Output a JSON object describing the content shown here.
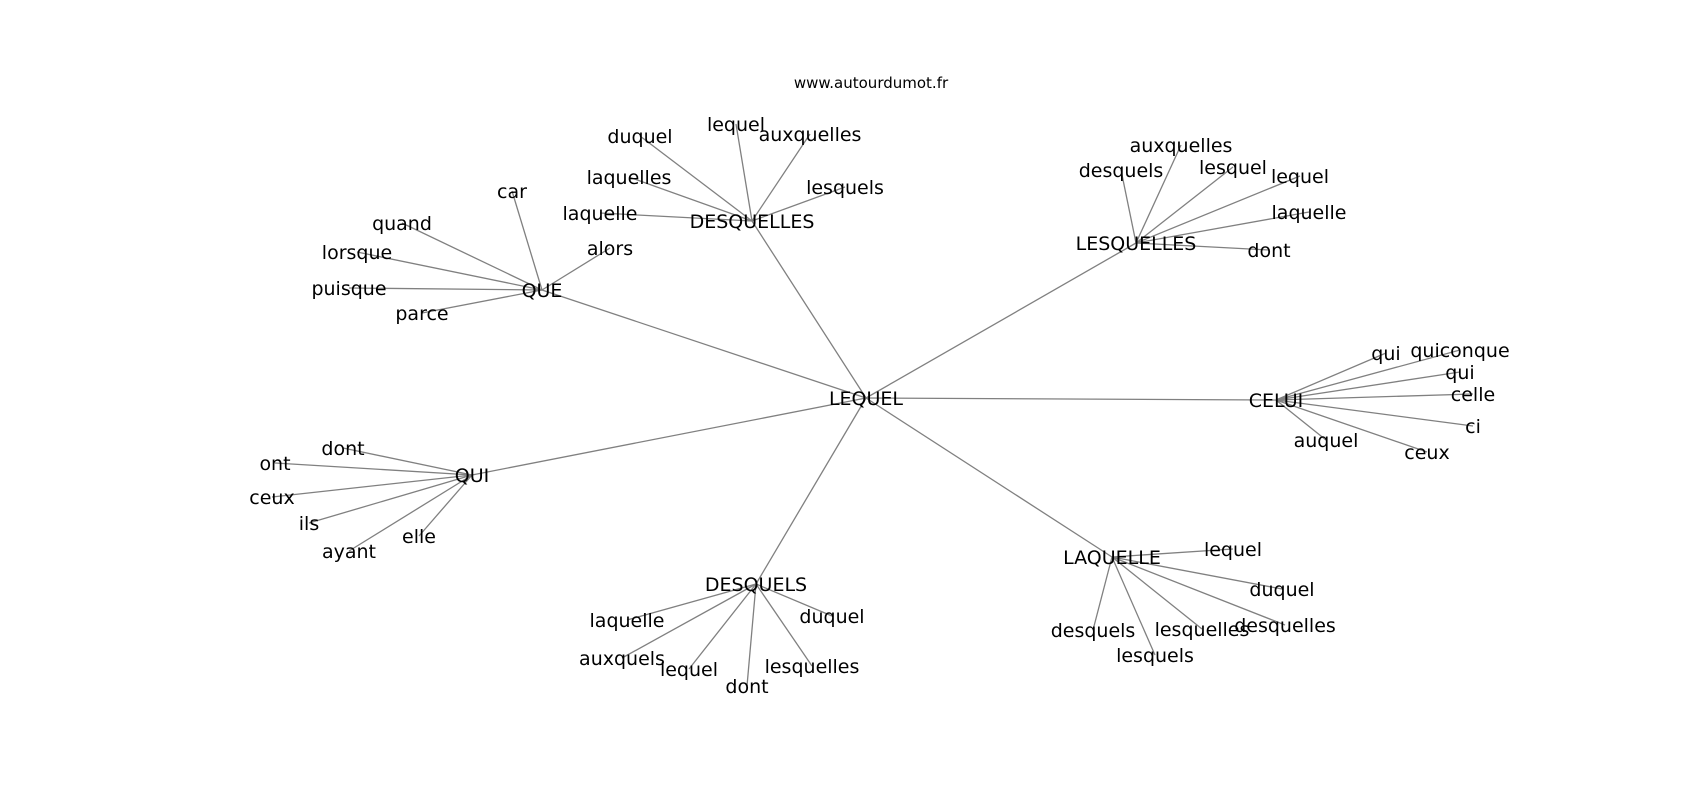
{
  "watermark": "www.autourdumot.fr",
  "center": "LEQUEL",
  "groups": [
    {
      "label": "DESQUELLES",
      "children": [
        "duquel",
        "lequel",
        "auxquelles",
        "laquelles",
        "lesquels",
        "laquelle"
      ]
    },
    {
      "label": "QUE",
      "children": [
        "car",
        "quand",
        "lorsque",
        "alors",
        "puisque",
        "parce"
      ]
    },
    {
      "label": "LESQUELLES",
      "children": [
        "auxquelles",
        "desquels",
        "lesquel",
        "lequel",
        "laquelle",
        "dont"
      ]
    },
    {
      "label": "CELUI",
      "children": [
        "qui",
        "quiconque",
        "qui",
        "celle",
        "ci",
        "auquel",
        "ceux"
      ]
    },
    {
      "label": "QUI",
      "children": [
        "dont",
        "ont",
        "ceux",
        "ils",
        "elle",
        "ayant"
      ]
    },
    {
      "label": "DESQUELS",
      "children": [
        "laquelle",
        "duquel",
        "auxquels",
        "lequel",
        "lesquelles",
        "dont"
      ]
    },
    {
      "label": "LAQUELLE",
      "children": [
        "lequel",
        "duquel",
        "desquels",
        "lesquelles",
        "desquelles",
        "lesquels"
      ]
    }
  ]
}
